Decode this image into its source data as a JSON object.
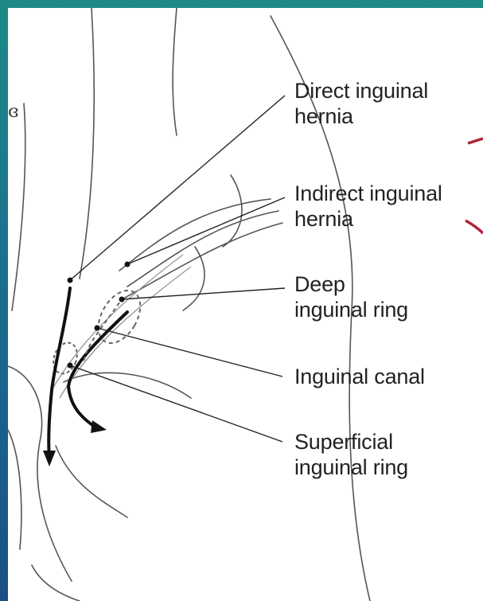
{
  "labels": {
    "direct_hernia": {
      "line1": "Direct inguinal",
      "line2": "hernia"
    },
    "indirect_hernia": {
      "line1": "Indirect inguinal",
      "line2": "hernia"
    },
    "deep_ring": {
      "line1": "Deep",
      "line2": "inguinal ring"
    },
    "inguinal_canal": {
      "line1": "Inguinal canal"
    },
    "superficial_ring": {
      "line1": "Superficial",
      "line2": "inguinal ring"
    }
  },
  "colors": {
    "frame_top": "#1d8a86",
    "frame_bottom": "#1a4f86",
    "panel": "#ffffff",
    "ink": "#222222",
    "accent_arrows": "#b0243a"
  }
}
